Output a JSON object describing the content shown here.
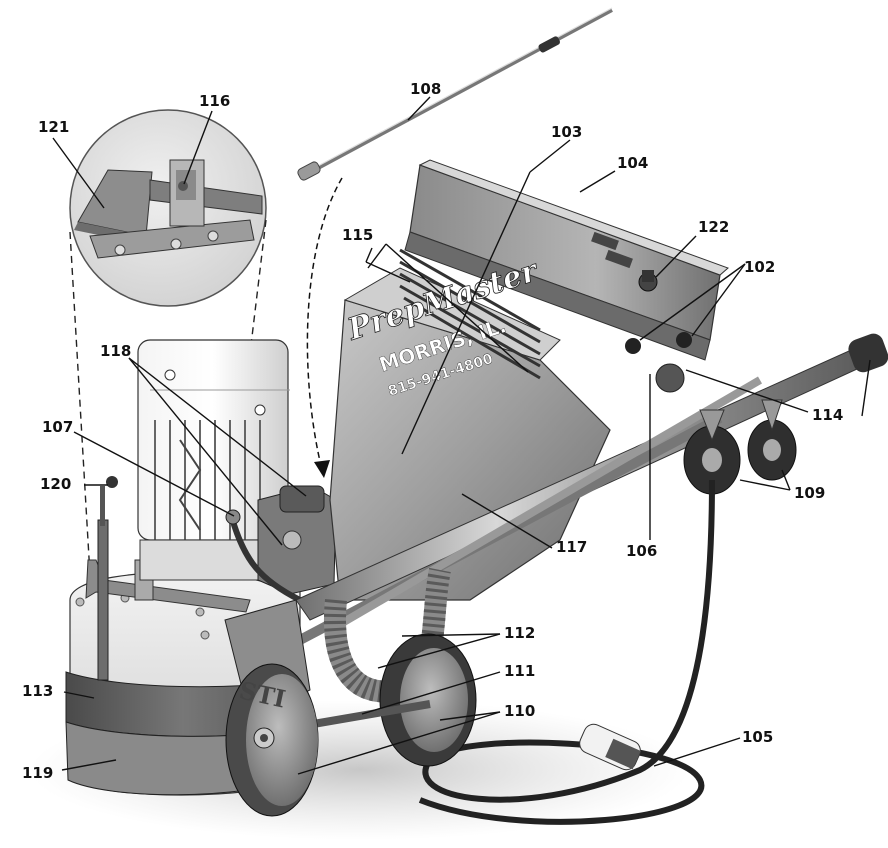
{
  "logo": {
    "script": "PrepMaster",
    "location": "MORRIS, IL.",
    "phone": "815-941-4800",
    "wheel_mark": "STI"
  },
  "callouts": [
    {
      "id": "102",
      "label": "102"
    },
    {
      "id": "103",
      "label": "103"
    },
    {
      "id": "104",
      "label": "104"
    },
    {
      "id": "105",
      "label": "105"
    },
    {
      "id": "106",
      "label": "106"
    },
    {
      "id": "107",
      "label": "107"
    },
    {
      "id": "108",
      "label": "108"
    },
    {
      "id": "109",
      "label": "109"
    },
    {
      "id": "110",
      "label": "110"
    },
    {
      "id": "111",
      "label": "111"
    },
    {
      "id": "112",
      "label": "112"
    },
    {
      "id": "113",
      "label": "113"
    },
    {
      "id": "114",
      "label": "114"
    },
    {
      "id": "115",
      "label": "115"
    },
    {
      "id": "116",
      "label": "116"
    },
    {
      "id": "117",
      "label": "117"
    },
    {
      "id": "118",
      "label": "118"
    },
    {
      "id": "119",
      "label": "119"
    },
    {
      "id": "120",
      "label": "120"
    },
    {
      "id": "121",
      "label": "121"
    },
    {
      "id": "122",
      "label": "122"
    }
  ]
}
